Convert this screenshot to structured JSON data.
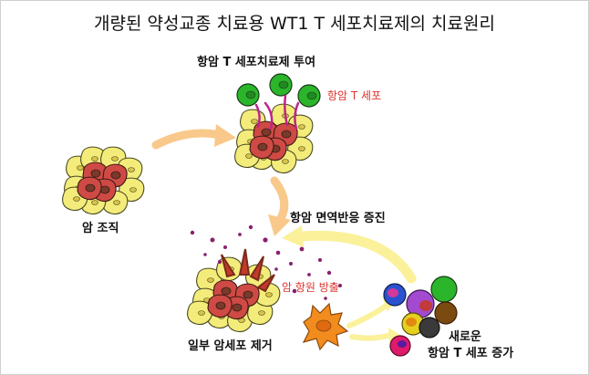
{
  "title": "개량된 약성교종 치료용 WT1 T 세포치료제의 치료원리",
  "labels": {
    "injection": "항암 T 세포치료제 투여",
    "tcell": "항암 T 세포",
    "tissue": "암 조직",
    "enhance": "항암 면역반응 증진",
    "antigen": "암 항원 방출",
    "removal": "일부 암세포 제거",
    "new_line1": "새로운",
    "new_line2": "항암 T 세포 증가"
  },
  "colors": {
    "tumor_yellow": "#f3ec7a",
    "tumor_red": "#cf4a45",
    "tcell_green": "#2bb52b",
    "arrow_orange": "#f8c98a",
    "arrow_yellow": "#faf19a",
    "antigen_purple": "#8a1f6e",
    "label_red": "#e0342e"
  }
}
